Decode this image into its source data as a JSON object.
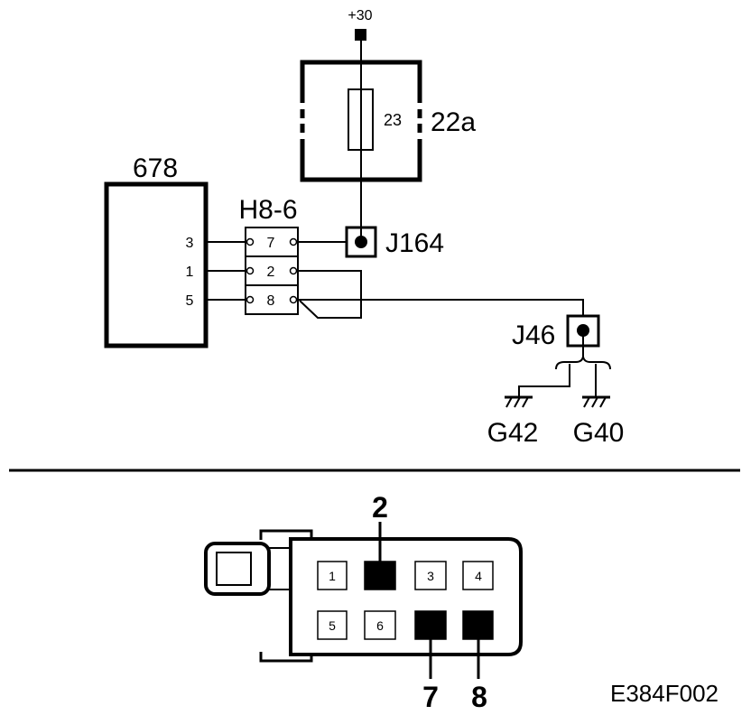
{
  "supply_label": "+30",
  "fuse_box": {
    "id": "22a",
    "fuse": "23"
  },
  "control_module": {
    "id": "678",
    "pins": [
      "3",
      "1",
      "5"
    ]
  },
  "connector": {
    "id": "H8-6",
    "cavities": [
      "7",
      "2",
      "8"
    ]
  },
  "junctions": {
    "upper": "J164",
    "lower": "J46"
  },
  "grounds": [
    "G42",
    "G40"
  ],
  "face_view": {
    "pins": [
      {
        "label": "1",
        "filled": false
      },
      {
        "filled": true
      },
      {
        "label": "3",
        "filled": false
      },
      {
        "label": "4",
        "filled": false
      },
      {
        "label": "5",
        "filled": false
      },
      {
        "label": "6",
        "filled": false
      },
      {
        "filled": true
      },
      {
        "filled": true
      }
    ],
    "callouts": [
      "2",
      "7",
      "8"
    ]
  },
  "figure_id": "E384F002",
  "colors": {
    "ink": "#000000",
    "background": "#ffffff"
  }
}
